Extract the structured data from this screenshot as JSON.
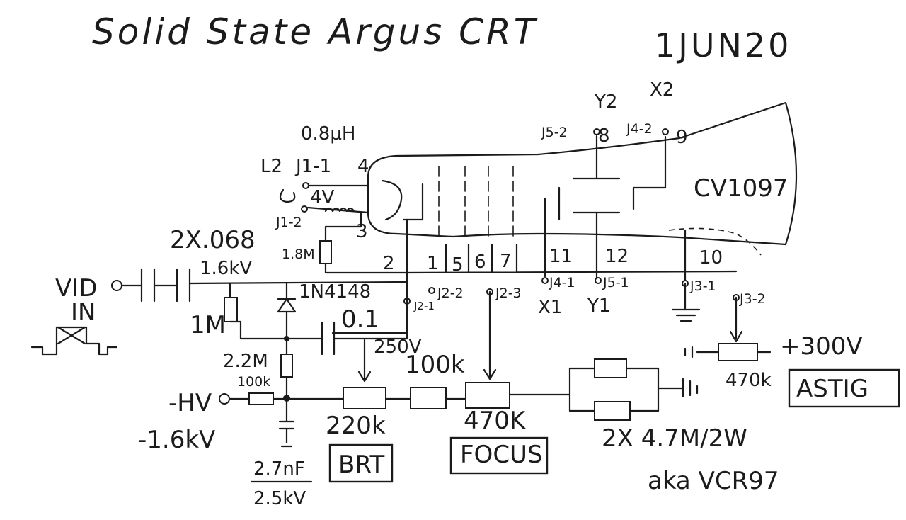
{
  "title": "Solid State Argus CRT",
  "date": "1JUN20",
  "tube": "CV1097",
  "labels": {
    "vid_in": "VID",
    "in": "IN",
    "cap_2x": "2X.068",
    "cap_rating": "1.6kV",
    "inductor": "0.8µH",
    "l2": "L2",
    "j1_1": "J1-1",
    "j1_2": "J1-2",
    "heater": "4V",
    "r_1_8m": "1.8M",
    "r_1m": "1M",
    "diode": "1N4148",
    "cap_01": "0.1",
    "cap_250v": "250V",
    "r_2_2m": "2.2M",
    "r_100k_a": "100k",
    "r_100k_b": "100k",
    "hv": "-HV",
    "hv_volt": "-1.6kV",
    "pot_220k": "220k",
    "brt": "BRT",
    "pot_470k": "470K",
    "focus": "FOCUS",
    "res_pair": "2X 4.7M/2W",
    "aka": "aka VCR97",
    "cap_2_7nf": "2.7nF",
    "cap_2_5kv": "2.5kV",
    "pot_470k_b": "470k",
    "v300": "+300V",
    "astig": "ASTIG",
    "y2": "Y2",
    "x2": "X2",
    "j5_2": "J5-2",
    "j4_2": "J4-2",
    "j2_1": "J2-1",
    "j2_2": "J2-2",
    "j2_3": "J2-3",
    "j4_1": "J4-1",
    "j5_1": "J5-1",
    "j3_1": "J3-1",
    "j3_2": "J3-2",
    "x1": "X1",
    "y1": "Y1"
  },
  "pins": {
    "p1": "1",
    "p2": "2",
    "p3": "3",
    "p4": "4",
    "p5": "5",
    "p6": "6",
    "p7": "7",
    "p8": "8",
    "p9": "9",
    "p10": "10",
    "p11": "11",
    "p12": "12"
  }
}
